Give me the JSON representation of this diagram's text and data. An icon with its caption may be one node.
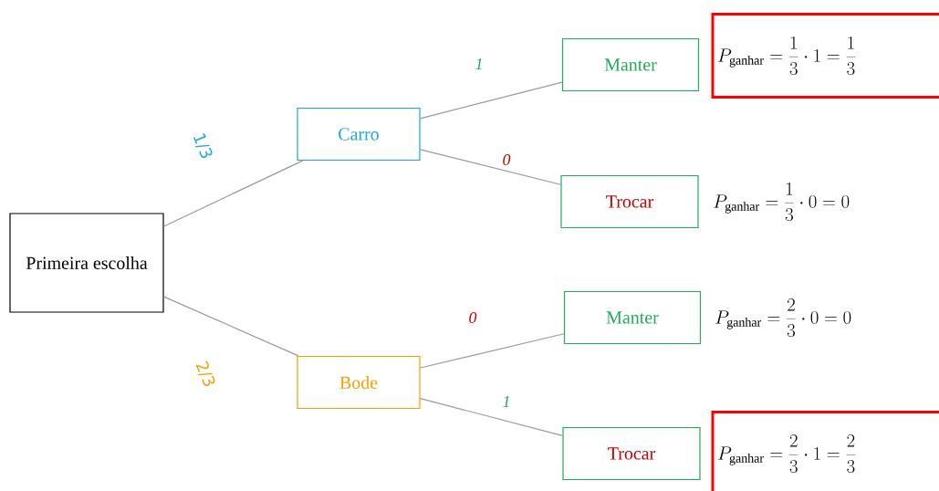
{
  "diagram": {
    "nodes": [
      {
        "text": [
          "Primeira escolha"
        ]
      },
      {
        "text": [
          "Carro"
        ]
      },
      {
        "text": [
          "Bode"
        ]
      },
      {
        "text": [
          "Manter"
        ]
      },
      {
        "text": [
          "Trocar"
        ],
        "beside": [
          "P_{\\mathrm{ganhar}} = \\frac{1}{3}\\cdot 0 = 0"
        ]
      },
      {
        "text": [
          "Manter"
        ],
        "beside": [
          "P_{\\mathrm{ganhar}} = \\frac{2}{3}\\cdot 0 = 0"
        ]
      },
      {
        "text": [
          "Trocar"
        ]
      },
      {
        "text": [
          "P_{\\mathrm{ganhar}} = \\frac{1}{3}\\cdot 1 = \\frac{1}{3}"
        ]
      },
      {
        "text": [
          "P_{\\mathrm{ganhar}} = \\frac{2}{3}\\cdot 1 = \\frac{2}{3}"
        ]
      }
    ],
    "edges": [
      {
        "from": 0,
        "to": 1,
        "arrow": "none",
        "label": "1/3"
      },
      {
        "from": 0,
        "to": 2,
        "arrow": "none",
        "label": "2/3"
      },
      {
        "from": 1,
        "to": 3,
        "arrow": "none",
        "label": "1"
      },
      {
        "from": 1,
        "to": 4,
        "arrow": "none",
        "label": "0"
      },
      {
        "from": 2,
        "to": 5,
        "arrow": "none",
        "label": "0"
      },
      {
        "from": 2,
        "to": 6,
        "arrow": "none",
        "label": "1"
      }
    ]
  }
}
